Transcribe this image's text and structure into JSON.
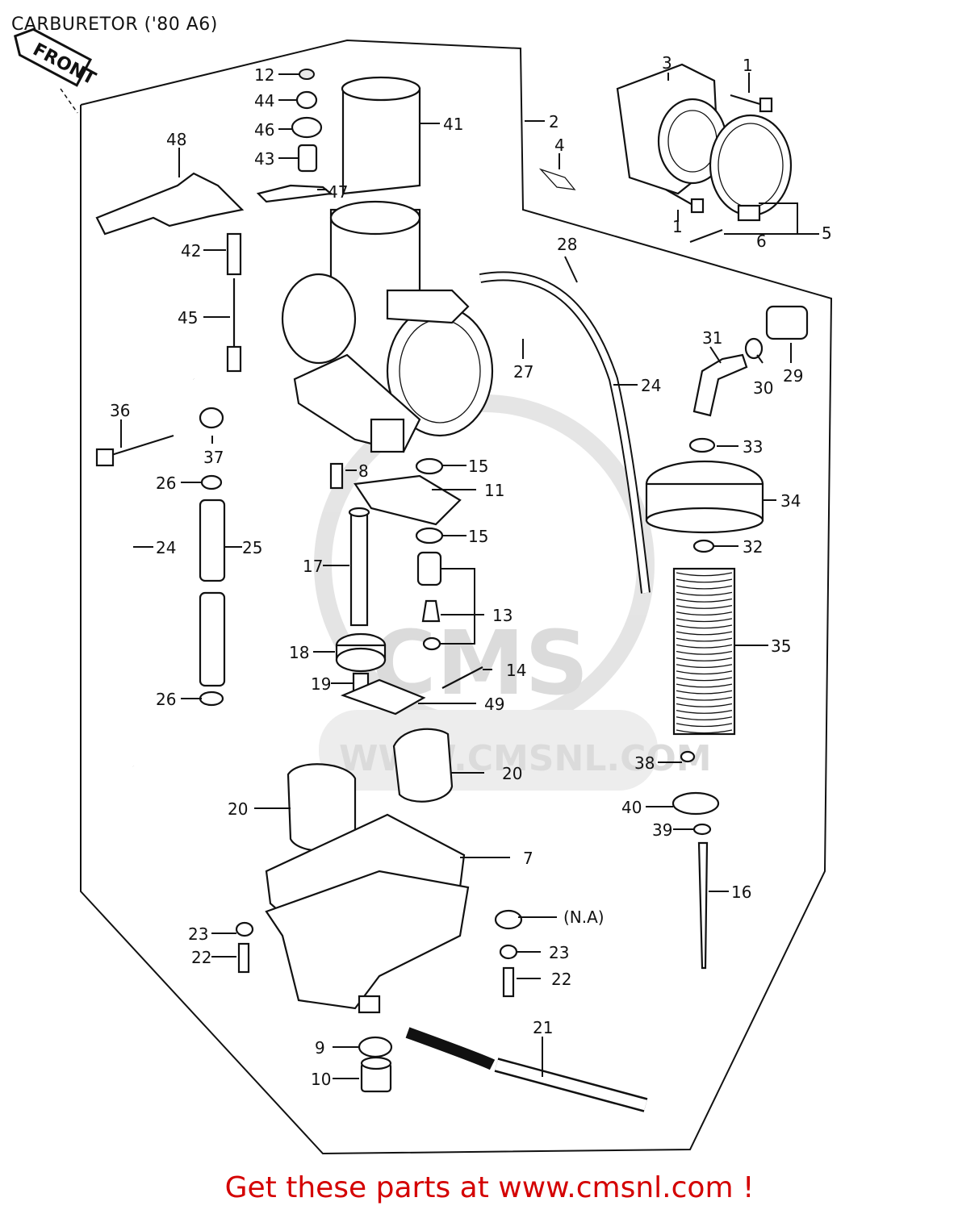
{
  "title": "CARBURETOR ('80 A6)",
  "front_tag": "FRONT",
  "watermark": {
    "logo": "CMS",
    "url": "WWW.CMSNL.COM"
  },
  "footer": "Get these parts at www.cmsnl.com !",
  "callouts": [
    {
      "id": "c1a",
      "text": "1"
    },
    {
      "id": "c1b",
      "text": "1"
    },
    {
      "id": "c2",
      "text": "2"
    },
    {
      "id": "c3",
      "text": "3"
    },
    {
      "id": "c4",
      "text": "4"
    },
    {
      "id": "c5",
      "text": "5"
    },
    {
      "id": "c6",
      "text": "6"
    },
    {
      "id": "c7",
      "text": "7"
    },
    {
      "id": "c8",
      "text": "8"
    },
    {
      "id": "c9",
      "text": "9"
    },
    {
      "id": "c10",
      "text": "10"
    },
    {
      "id": "c11",
      "text": "11"
    },
    {
      "id": "c12",
      "text": "12"
    },
    {
      "id": "c13",
      "text": "13"
    },
    {
      "id": "c14",
      "text": "14"
    },
    {
      "id": "c15a",
      "text": "15"
    },
    {
      "id": "c15b",
      "text": "15"
    },
    {
      "id": "c16",
      "text": "16"
    },
    {
      "id": "c17",
      "text": "17"
    },
    {
      "id": "c18",
      "text": "18"
    },
    {
      "id": "c19",
      "text": "19"
    },
    {
      "id": "c20a",
      "text": "20"
    },
    {
      "id": "c20b",
      "text": "20"
    },
    {
      "id": "c21",
      "text": "21"
    },
    {
      "id": "c22a",
      "text": "22"
    },
    {
      "id": "c22b",
      "text": "22"
    },
    {
      "id": "c23a",
      "text": "23"
    },
    {
      "id": "c23b",
      "text": "23"
    },
    {
      "id": "c24a",
      "text": "24"
    },
    {
      "id": "c24b",
      "text": "24"
    },
    {
      "id": "c25",
      "text": "25"
    },
    {
      "id": "c26a",
      "text": "26"
    },
    {
      "id": "c26b",
      "text": "26"
    },
    {
      "id": "c27",
      "text": "27"
    },
    {
      "id": "c28",
      "text": "28"
    },
    {
      "id": "c29",
      "text": "29"
    },
    {
      "id": "c30",
      "text": "30"
    },
    {
      "id": "c31",
      "text": "31"
    },
    {
      "id": "c32",
      "text": "32"
    },
    {
      "id": "c33",
      "text": "33"
    },
    {
      "id": "c34",
      "text": "34"
    },
    {
      "id": "c35",
      "text": "35"
    },
    {
      "id": "c36",
      "text": "36"
    },
    {
      "id": "c37",
      "text": "37"
    },
    {
      "id": "c38",
      "text": "38"
    },
    {
      "id": "c39",
      "text": "39"
    },
    {
      "id": "c40",
      "text": "40"
    },
    {
      "id": "c41",
      "text": "41"
    },
    {
      "id": "c42",
      "text": "42"
    },
    {
      "id": "c43",
      "text": "43"
    },
    {
      "id": "c44",
      "text": "44"
    },
    {
      "id": "c45",
      "text": "45"
    },
    {
      "id": "c46",
      "text": "46"
    },
    {
      "id": "c47",
      "text": "47"
    },
    {
      "id": "c48",
      "text": "48"
    },
    {
      "id": "c49",
      "text": "49"
    },
    {
      "id": "cna",
      "text": "(N.A)"
    }
  ]
}
